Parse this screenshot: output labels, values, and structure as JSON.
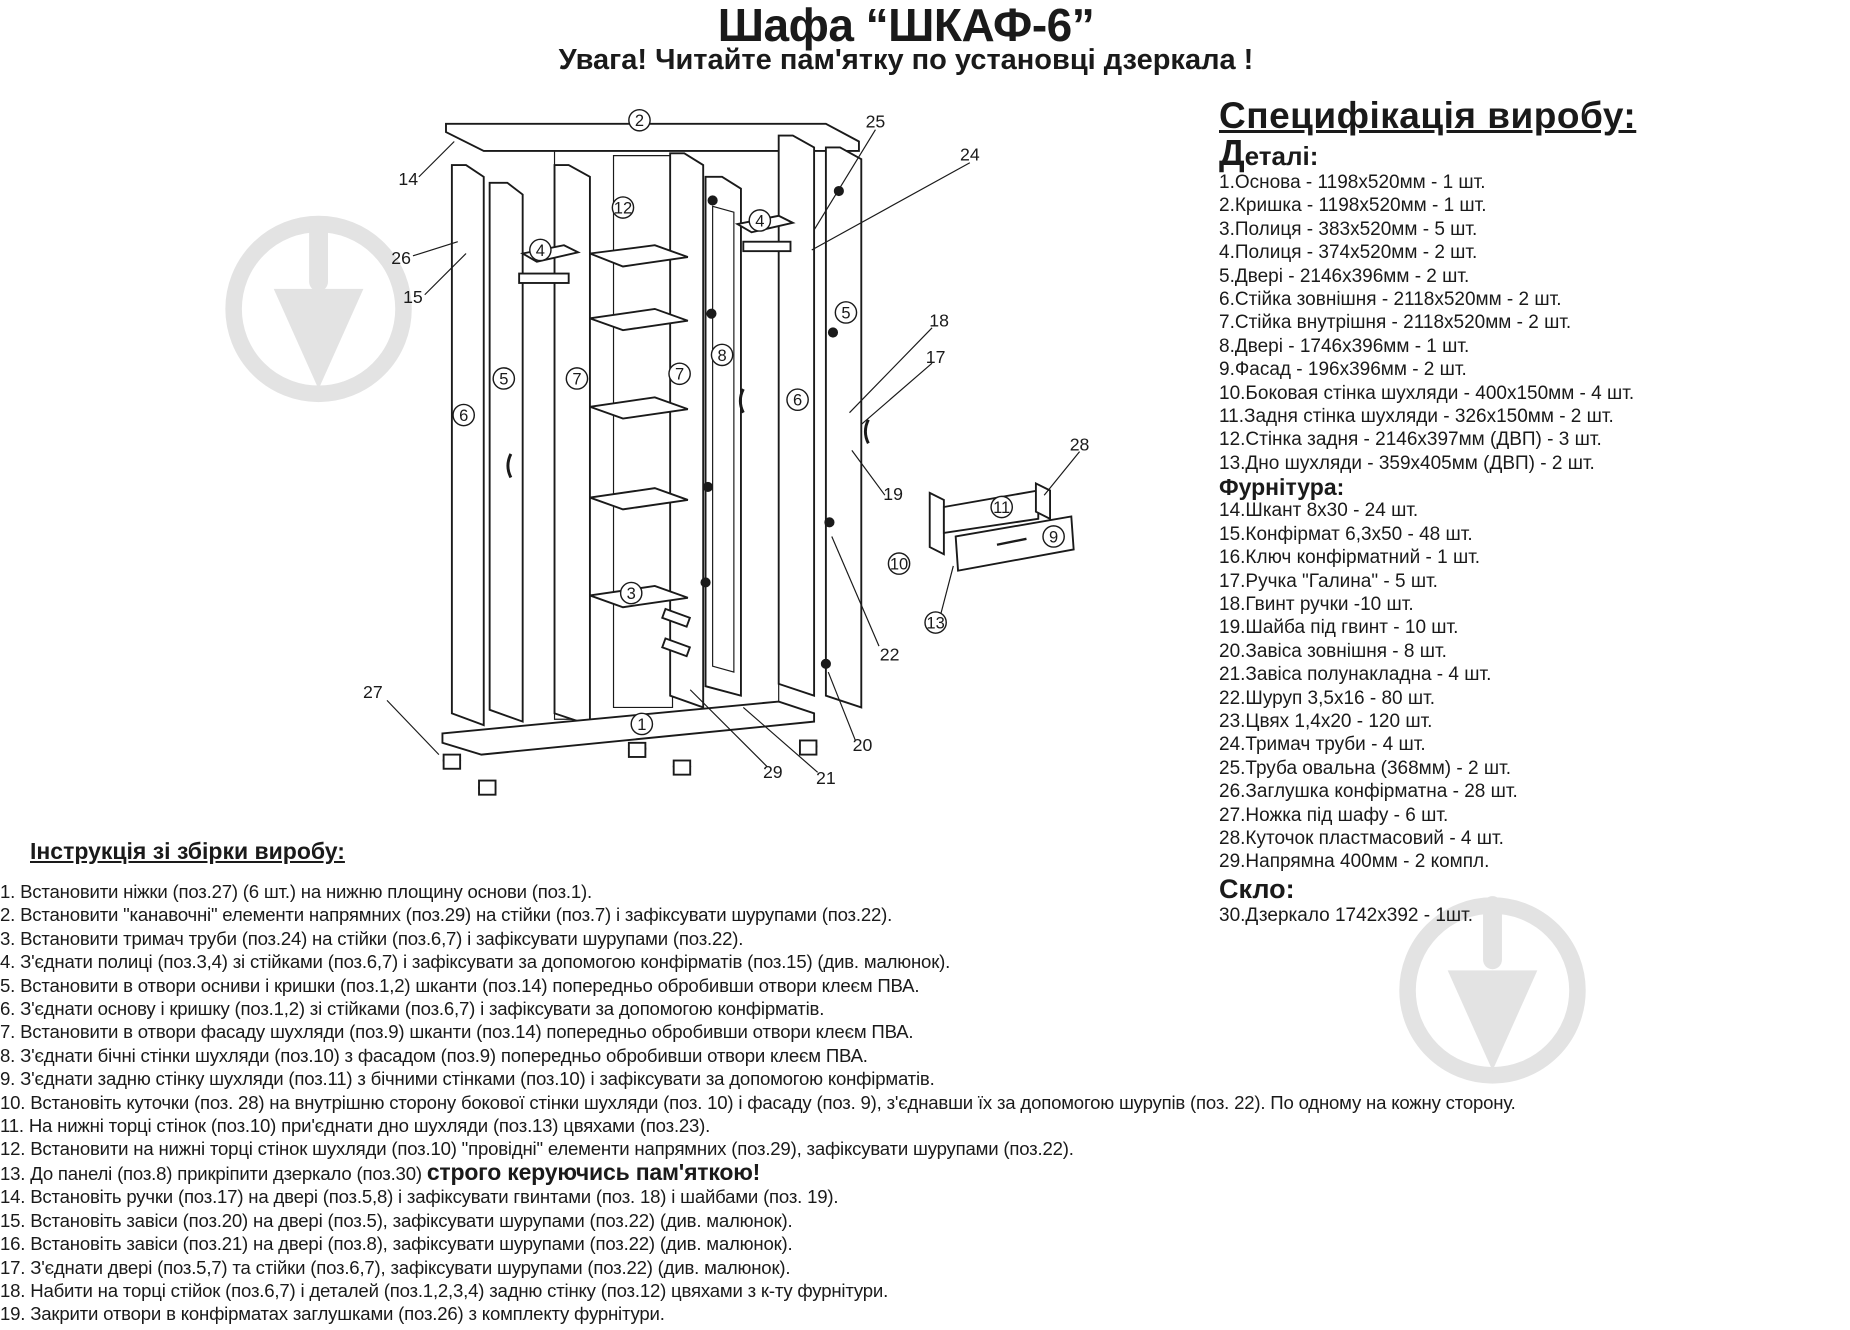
{
  "header": {
    "title": "Шафа “ШКАФ-6”",
    "subtitle": "Увага! Читайте пам'ятку по установці дзеркала !"
  },
  "spec": {
    "heading": "Специфікація виробу:",
    "details_heading_first": "Д",
    "details_heading_rest": "еталі:",
    "details": [
      "1.Основа - 1198х520мм - 1 шт.",
      "2.Кришка - 1198х520мм - 1 шт.",
      "3.Полиця - 383х520мм - 5 шт.",
      "4.Полиця - 374х520мм - 2 шт.",
      "5.Двері - 2146х396мм - 2 шт.",
      "6.Стійка зовнішня - 2118х520мм - 2 шт.",
      "7.Стійка внутрішня - 2118х520мм - 2 шт.",
      "8.Двері - 1746х396мм - 1 шт.",
      "9.Фасад - 196х396мм - 2 шт.",
      "10.Боковая стінка шухляди - 400х150мм - 4 шт.",
      "11.Задня стінка шухляди - 326х150мм - 2 шт.",
      "12.Стінка задня - 2146х397мм (ДВП) - 3 шт.",
      "13.Дно шухляди - 359х405мм (ДВП) - 2 шт."
    ],
    "hardware_heading": "Фурнітура:",
    "hardware": [
      "14.Шкант 8х30 - 24 шт.",
      "15.Конфірмат 6,3х50 - 48 шт.",
      "16.Ключ конфірматний - 1 шт.",
      "17.Ручка \"Галина\" - 5 шт.",
      "18.Гвинт  ручки -10 шт.",
      "19.Шайба під гвинт - 10 шт.",
      "20.Завіса зовнішня - 8 шт.",
      "21.Завіса полунакладна - 4 шт.",
      "22.Шуруп 3,5х16 - 80 шт.",
      "23.Цвях 1,4х20 - 120 шт.",
      "24.Тримач труби - 4 шт.",
      "25.Труба овальна (368мм) - 2 шт.",
      "26.Заглушка конфірматна - 28 шт.",
      "27.Ножка під шафу - 6 шт.",
      "28.Куточок пластмасовий - 4 шт.",
      "29.Напрямна 400мм - 2 компл."
    ],
    "glass_heading": "Скло:",
    "glass": [
      "30.Дзеркало 1742х392 - 1шт."
    ]
  },
  "instructions": {
    "heading": "Інструкція зі збірки виробу:",
    "steps": [
      "1. Встановити ніжки (поз.27) (6 шт.) на нижню площину основи (поз.1).",
      "2. Встановити \"канавочні\" елементи напрямних (поз.29) на стійки (поз.7) і зафіксувати шурупами (поз.22).",
      "3. Встановити тримач труби (поз.24) на стійки (поз.6,7) і зафіксувати шурупами (поз.22).",
      "4. З'єднати полиці (поз.3,4) зі стійками (поз.6,7) і зафіксувати за допомогою конфірматів (поз.15) (див. малюнок).",
      "5. Встановити в отвори осниви і кришки (поз.1,2) шканти (поз.14) попередньо обробивши отвори клеєм ПВА.",
      "6. З'єднати основу і кришку (поз.1,2) зі стійками (поз.6,7) і зафіксувати за допомогою конфірматів.",
      "7. Встановити в отвори фасаду шухляди (поз.9) шканти (поз.14) попередньо обробивши отвори клеєм ПВА.",
      "8. З'єднати бічні стінки шухляди (поз.10) з фасадом (поз.9) попередньо обробивши отвори клеєм ПВА.",
      "9. З'єднати задню стінку шухляди (поз.11) з бічними стінками (поз.10) і зафіксувати за допомогою конфірматів.",
      "10. Встановіть куточки (поз. 28) на внутрішню сторону бокової стінки шухляди (поз. 10) і фасаду (поз. 9), з'єднавши їх за допомогою шурупів (поз. 22). По одному на кожну сторону.",
      "11. На нижні торці стінок (поз.10) при'єднати дно шухляди (поз.13) цвяхами (поз.23).",
      "12. Встановити на нижні торці стінок шухляди (поз.10) \"провідні\" елементи напрямних (поз.29), зафіксувати шурупами (поз.22)."
    ],
    "step13_prefix": "13. До панелі (поз.8) прикріпити дзеркало (поз.30) ",
    "step13_emphasis": "строго керуючись пам'яткою!",
    "steps_after": [
      "14. Встановіть ручки (поз.17) на двері (поз.5,8) і зафіксувати гвинтами (поз. 18) і шайбами (поз. 19).",
      "15. Встановіть завіси (поз.20) на двері (поз.5), зафіксувати шурупами (поз.22) (див. малюнок).",
      "16. Встановіть завіси (поз.21) на двері (поз.8), зафіксувати шурупами (поз.22) (див. малюнок).",
      "17. З'єднати двері (поз.5,7) та стійки (поз.6,7), зафіксувати шурупами (поз.22) (див. малюнок).",
      "18. Набити на торці стійок (поз.6,7) і деталей (поз.1,2,3,4) задню стінку (поз.12) цвяхами з к-ту фурнітури.",
      "19. Закрити отвори в конфірматах заглушками (поз.26) з комплекту фурнітури."
    ]
  },
  "diagram": {
    "circled_labels": [
      "2",
      "4",
      "4",
      "12",
      "5",
      "7",
      "7",
      "8",
      "6",
      "6",
      "5",
      "3",
      "1",
      "11",
      "9",
      "10",
      "13"
    ],
    "plain_labels": [
      "25",
      "24",
      "14",
      "26",
      "15",
      "18",
      "17",
      "28",
      "19",
      "22",
      "27",
      "29",
      "21",
      "20"
    ]
  },
  "colors": {
    "ink": "#1a1a1a",
    "watermark": "#e3e3e3"
  }
}
